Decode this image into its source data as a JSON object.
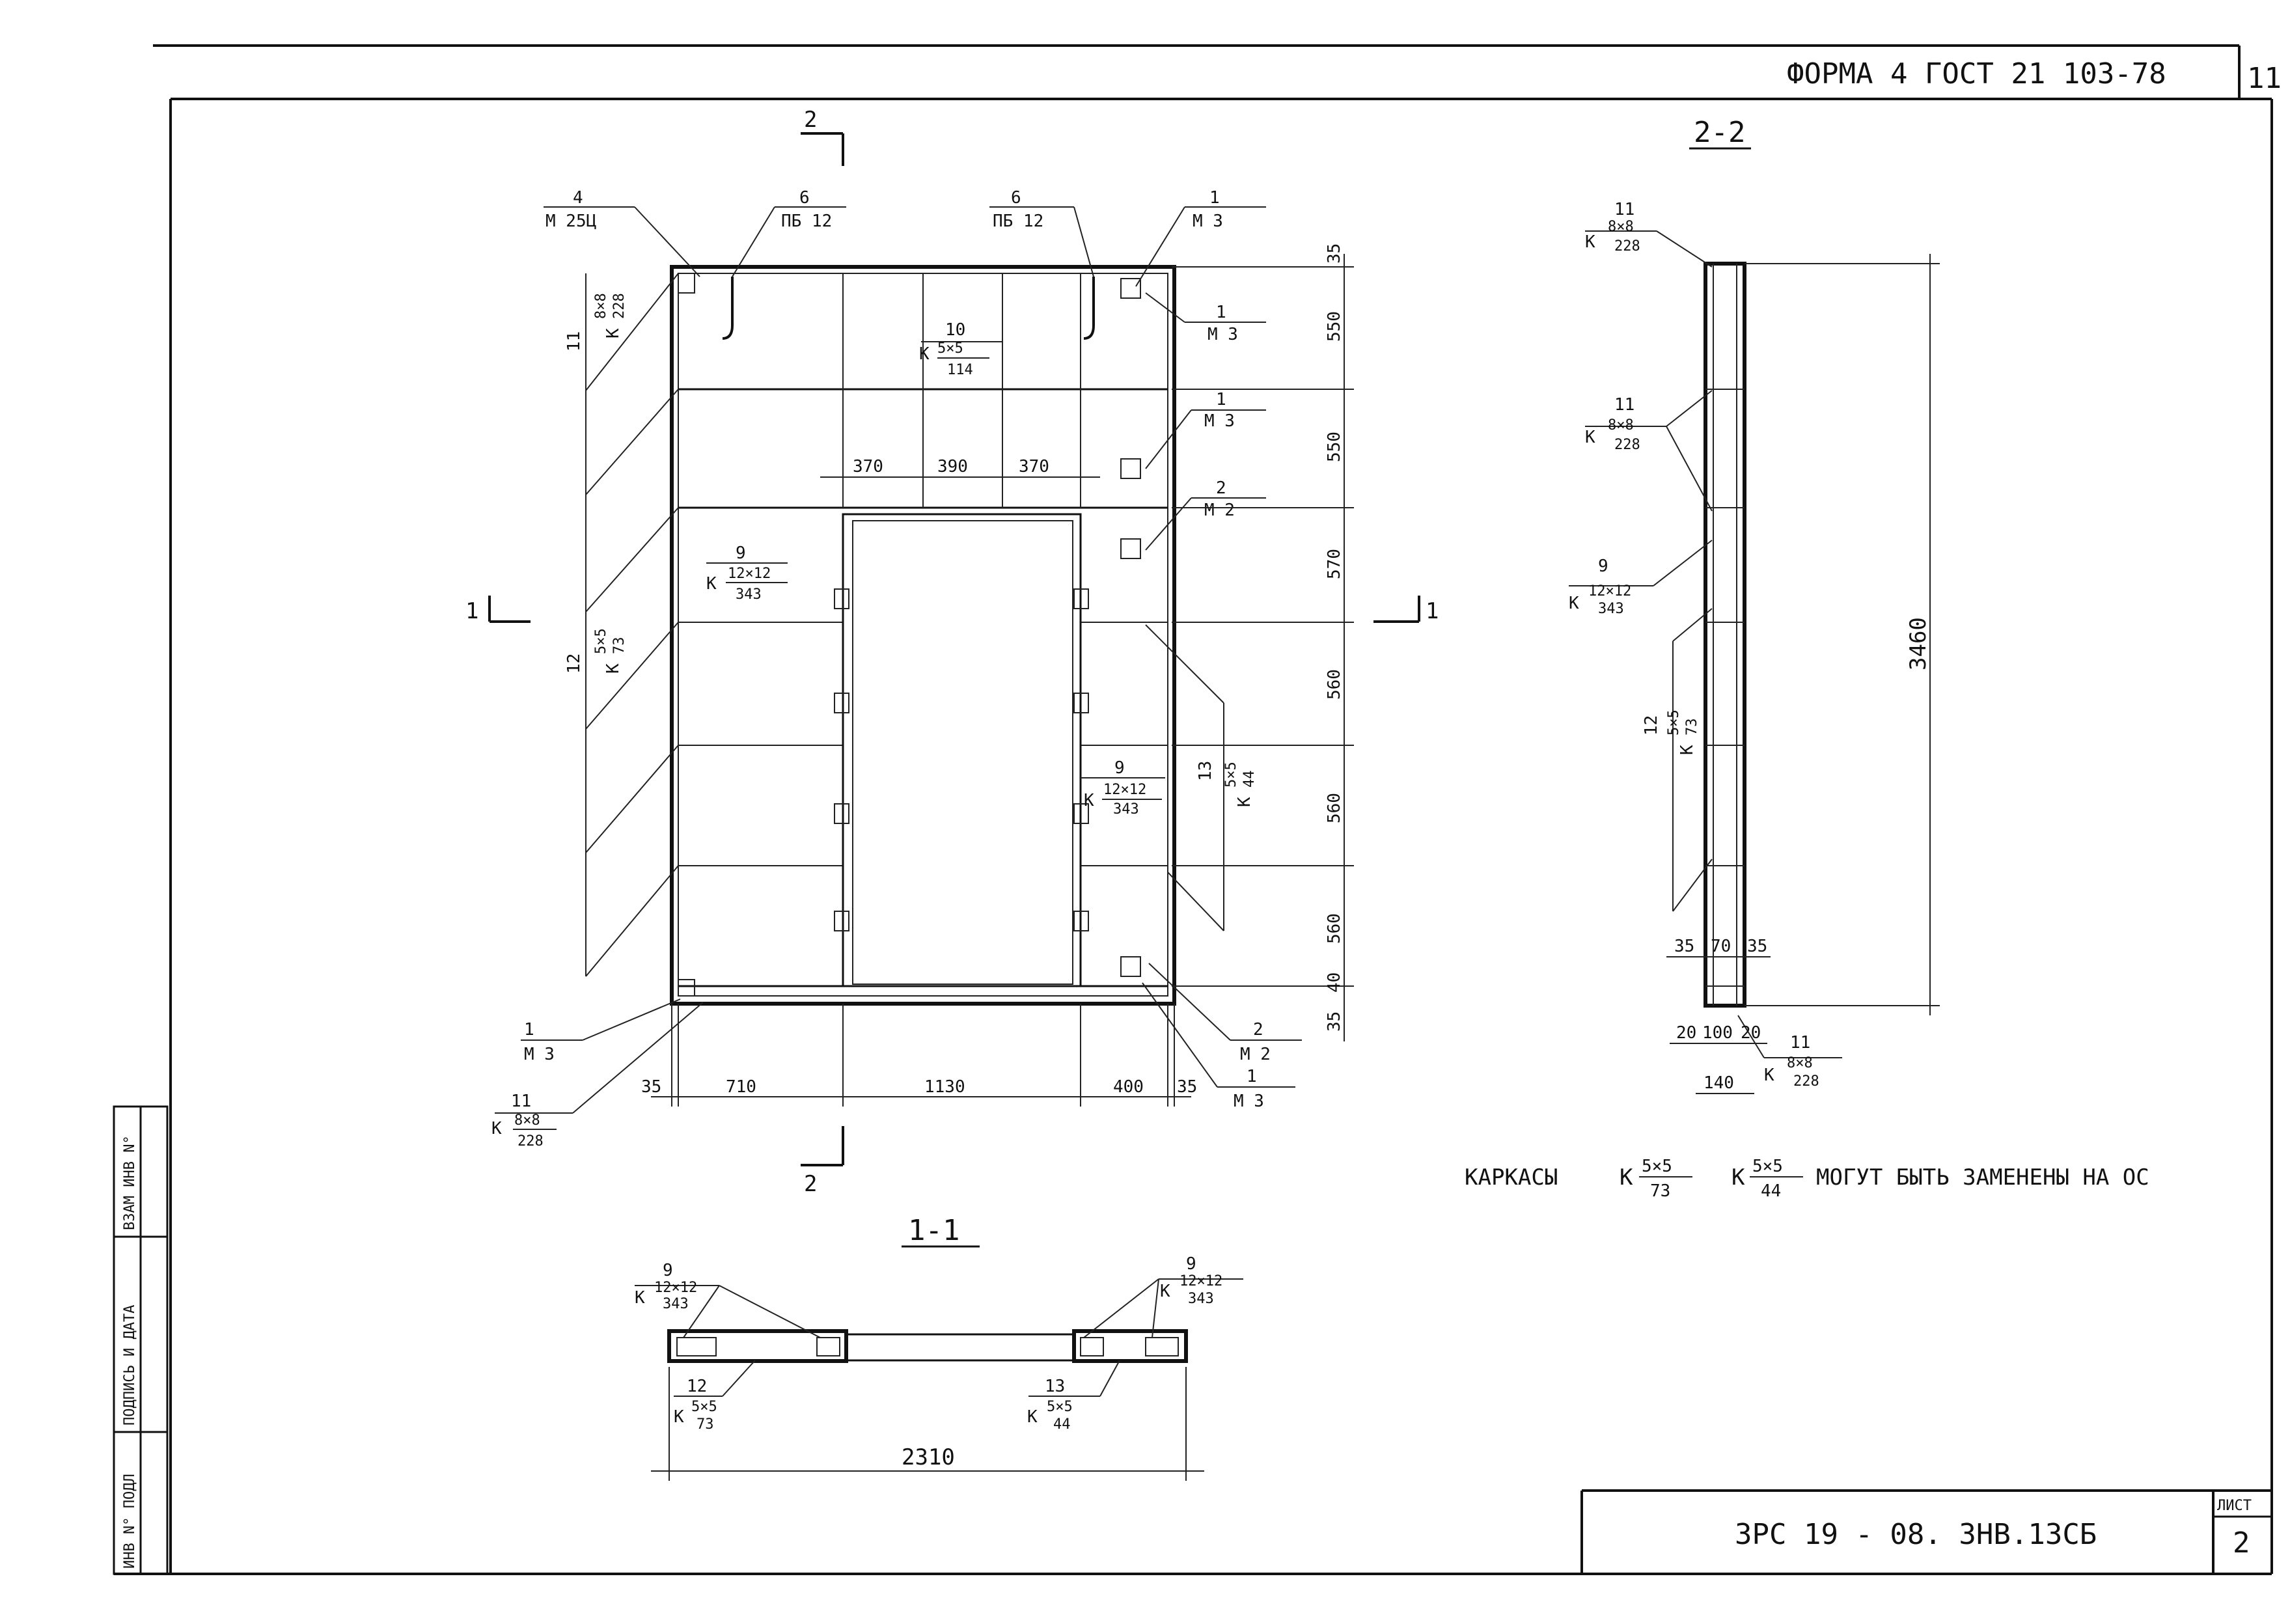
{
  "header": {
    "form_stamp": "ФОРМА 4  ГОСТ 21 103-78",
    "sheet_corner": "11"
  },
  "front_view": {
    "sections": {
      "top": "2",
      "bottom": "2",
      "left": "1",
      "right": "1"
    },
    "marks": {
      "m4": {
        "num": "4",
        "code": "М 25Ц"
      },
      "m6a": {
        "num": "6",
        "code": "ПБ 12"
      },
      "m6b": {
        "num": "6",
        "code": "ПБ 12"
      },
      "m1a": {
        "num": "1",
        "code": "М 3"
      },
      "m1b": {
        "num": "1",
        "code": "М 3"
      },
      "m1c": {
        "num": "1",
        "code": "М 3"
      },
      "m2a": {
        "num": "2",
        "code": "М 2"
      },
      "m10": {
        "num": "10",
        "k": "К",
        "top": "5×5",
        "bot": "114"
      },
      "m11v": {
        "num": "11",
        "k": "К",
        "top": "8×8",
        "bot": "228"
      },
      "m12v": {
        "num": "12",
        "k": "К",
        "top": "5×5",
        "bot": "73"
      },
      "m9a": {
        "num": "9",
        "k": "К",
        "top": "12×12",
        "bot": "343"
      },
      "m9b": {
        "num": "9",
        "k": "К",
        "top": "12×12",
        "bot": "343"
      },
      "m13v": {
        "num": "13",
        "k": "К",
        "top": "5×5",
        "bot": "44"
      },
      "m1d": {
        "num": "1",
        "code": "М 3"
      },
      "m11b": {
        "num": "11",
        "k": "К",
        "top": "8×8",
        "bot": "228"
      },
      "m2b": {
        "num": "2",
        "code": "М 2"
      },
      "m1e": {
        "num": "1",
        "code": "М 3"
      }
    },
    "dims_top": [
      "370",
      "390",
      "370"
    ],
    "dims_right": [
      "35",
      "550",
      "550",
      "570",
      "560",
      "560",
      "560",
      "40",
      "35"
    ],
    "dims_bottom": [
      "35",
      "710",
      "1130",
      "400",
      "35"
    ]
  },
  "section_22": {
    "title": "2-2",
    "marks": {
      "a": {
        "num": "11",
        "k": "К",
        "top": "8×8",
        "bot": "228"
      },
      "b": {
        "num": "11",
        "k": "К",
        "top": "8×8",
        "bot": "228"
      },
      "c": {
        "num": "9",
        "k": "К",
        "top": "12×12",
        "bot": "343"
      },
      "d": {
        "num": "12",
        "k": "К",
        "top": "5×5",
        "bot": "73"
      },
      "e": {
        "num": "11",
        "k": "К",
        "top": "8×8",
        "bot": "228"
      }
    },
    "height": "3460",
    "dims": {
      "d35a": "35",
      "d70": "70",
      "d35b": "35",
      "d20a": "20",
      "d100": "100",
      "d20b": "20",
      "d140": "140"
    }
  },
  "note": {
    "prefix": "КАРКАСЫ",
    "k1": "К",
    "k1top": "5×5",
    "k1bot": "73",
    "k2": "К",
    "k2top": "5×5",
    "k2bot": "44",
    "suffix": "МОГУТ БЫТЬ ЗАМЕНЕНЫ НА ОС"
  },
  "section_11": {
    "title": "1-1",
    "marks": {
      "a": {
        "num": "9",
        "k": "К",
        "top": "12×12",
        "bot": "343"
      },
      "b": {
        "num": "9",
        "k": "К",
        "top": "12×12",
        "bot": "343"
      },
      "c": {
        "num": "12",
        "k": "К",
        "top": "5×5",
        "bot": "73"
      },
      "d": {
        "num": "13",
        "k": "К",
        "top": "5×5",
        "bot": "44"
      }
    },
    "width": "2310"
  },
  "side_stamp": [
    "ИНВ N° ПОДЛ",
    "ПОДПИСЬ И ДАТА",
    "ВЗАМ ИНВ N°"
  ],
  "title_block": {
    "code": "3РС 19 - 08. 3НВ.13СБ",
    "sheet_label": "ЛИСТ",
    "sheet_num": "2"
  }
}
